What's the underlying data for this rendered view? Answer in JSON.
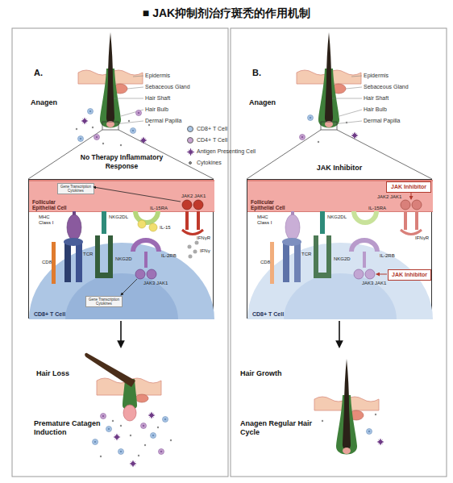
{
  "diagram": {
    "title": "■ JAK抑制剂治疗斑秃的作用机制",
    "nodes": [
      {
        "text": [
          "No Therapy Inflammatory Response"
        ]
      },
      {
        "text": [
          "Gene Transcription Cytokines",
          "Follicular Epithelial Cell"
        ],
        "in": 0
      },
      {
        "text": [
          "Gene Transcription Cytokines",
          "CD8+ T Cell"
        ],
        "in": 0
      },
      {
        "text": [
          "JAK Inhibitor"
        ]
      },
      {
        "text": [
          "Follicular Epithelial Cell"
        ],
        "in": 3
      },
      {
        "text": [
          "JAK Inhibitor"
        ],
        "in": 3
      },
      {
        "text": [
          "CD8+ T Cell"
        ],
        "in": 3
      },
      {
        "text": [
          "JAK Inhibitor"
        ],
        "in": 3
      }
    ],
    "labels": [
      "A.",
      "Anagen",
      "Epidermis",
      "Sebaceous Gland",
      "Hair Shaft",
      "Hair Bulb",
      "Dermal Papilla",
      "MHC Class I",
      "NKG2DL",
      "IL-15RA",
      "JAK2 JAK1",
      "IFNγR",
      "IL-15",
      "NKG2D",
      "IL-2RB",
      "IFNγ",
      "CD8",
      "TCR",
      "JAK3 JAK1",
      "Hair Loss",
      "Premature Catagen Induction",
      "B.",
      "Anagen",
      "Epidermis",
      "Sebaceous Gland",
      "Hair Shaft",
      "Hair Bulb",
      "Dermal Papilla",
      "MHC Class I",
      "NKG2DL",
      "IL-15RA",
      "JAK2 JAK1",
      "IFNγR",
      "CD8",
      "TCR",
      "NKG2D",
      "IL-2RB",
      "JAK3 JAK1",
      "Hair Growth",
      "Anagen Regular Hair Cycle"
    ],
    "legend": [
      {
        "text": "CD8+ T Cell",
        "color": "#a9c6e6"
      },
      {
        "text": "CD4+ T Cell",
        "color": "#c7a3d0"
      },
      {
        "text": "Antigen Presenting Cell"
      },
      {
        "text": "Cytokines",
        "color": "#8c8c8c"
      }
    ]
  }
}
